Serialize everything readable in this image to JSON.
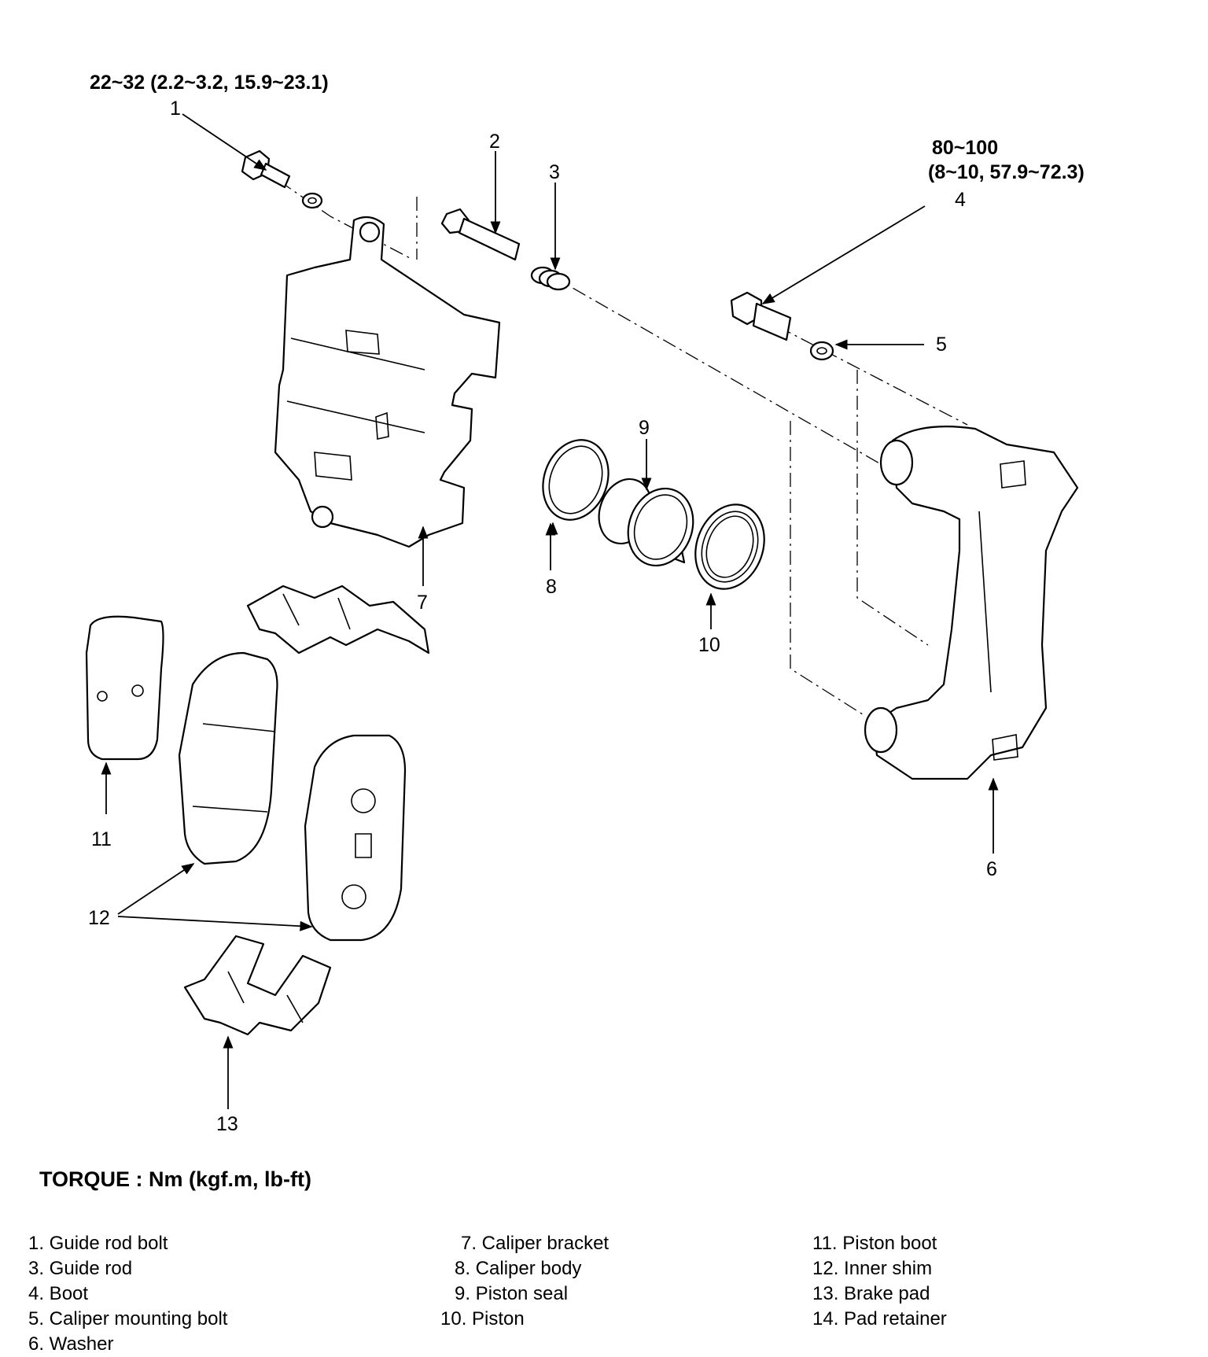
{
  "torque_specs": {
    "spec_1": "22~32 (2.2~3.2, 15.9~23.1)",
    "spec_4_line1": "80~100",
    "spec_4_line2": "(8~10, 57.9~72.3)"
  },
  "callouts": {
    "c1": "1",
    "c2": "2",
    "c3": "3",
    "c4": "4",
    "c5": "5",
    "c6": "6",
    "c7": "7",
    "c8": "8",
    "c9": "9",
    "c10": "10",
    "c11": "11",
    "c12": "12",
    "c13": "13"
  },
  "legend": {
    "title": "TORQUE : Nm (kgf.m, lb-ft)",
    "col1": [
      "1. Guide rod bolt",
      "3. Guide rod",
      "4. Boot",
      "5. Caliper mounting bolt",
      "6. Washer"
    ],
    "col2": [
      "7. Caliper bracket",
      "8. Caliper body",
      "9. Piston seal",
      "10. Piston"
    ],
    "col3": [
      "11. Piston boot",
      "12. Inner shim",
      "13. Brake pad",
      "14. Pad retainer"
    ]
  }
}
